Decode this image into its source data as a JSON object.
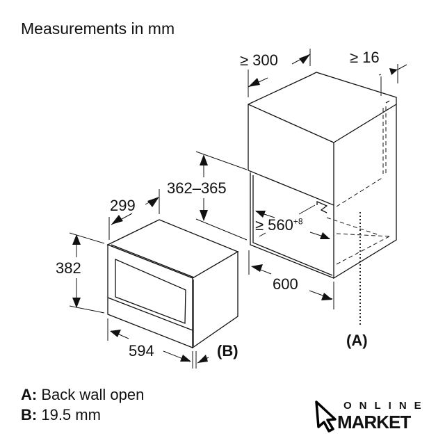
{
  "title": "Measurements in mm",
  "dimensions": {
    "cab_depth": "≥ 300",
    "cab_gap": "≥ 16",
    "niche_height": "362–365",
    "depth": "299",
    "height": "382",
    "niche_depth_prefix": "≥ 560",
    "niche_depth_tol": "+8",
    "cab_width": "600",
    "width": "594",
    "label_b": "(B)",
    "label_a": "(A)"
  },
  "legend": [
    {
      "key": "A:",
      "text": "Back wall open"
    },
    {
      "key": "B:",
      "text": "19.5 mm"
    }
  ],
  "logo": {
    "line1": "ONLINE",
    "line2": "MARKET"
  }
}
